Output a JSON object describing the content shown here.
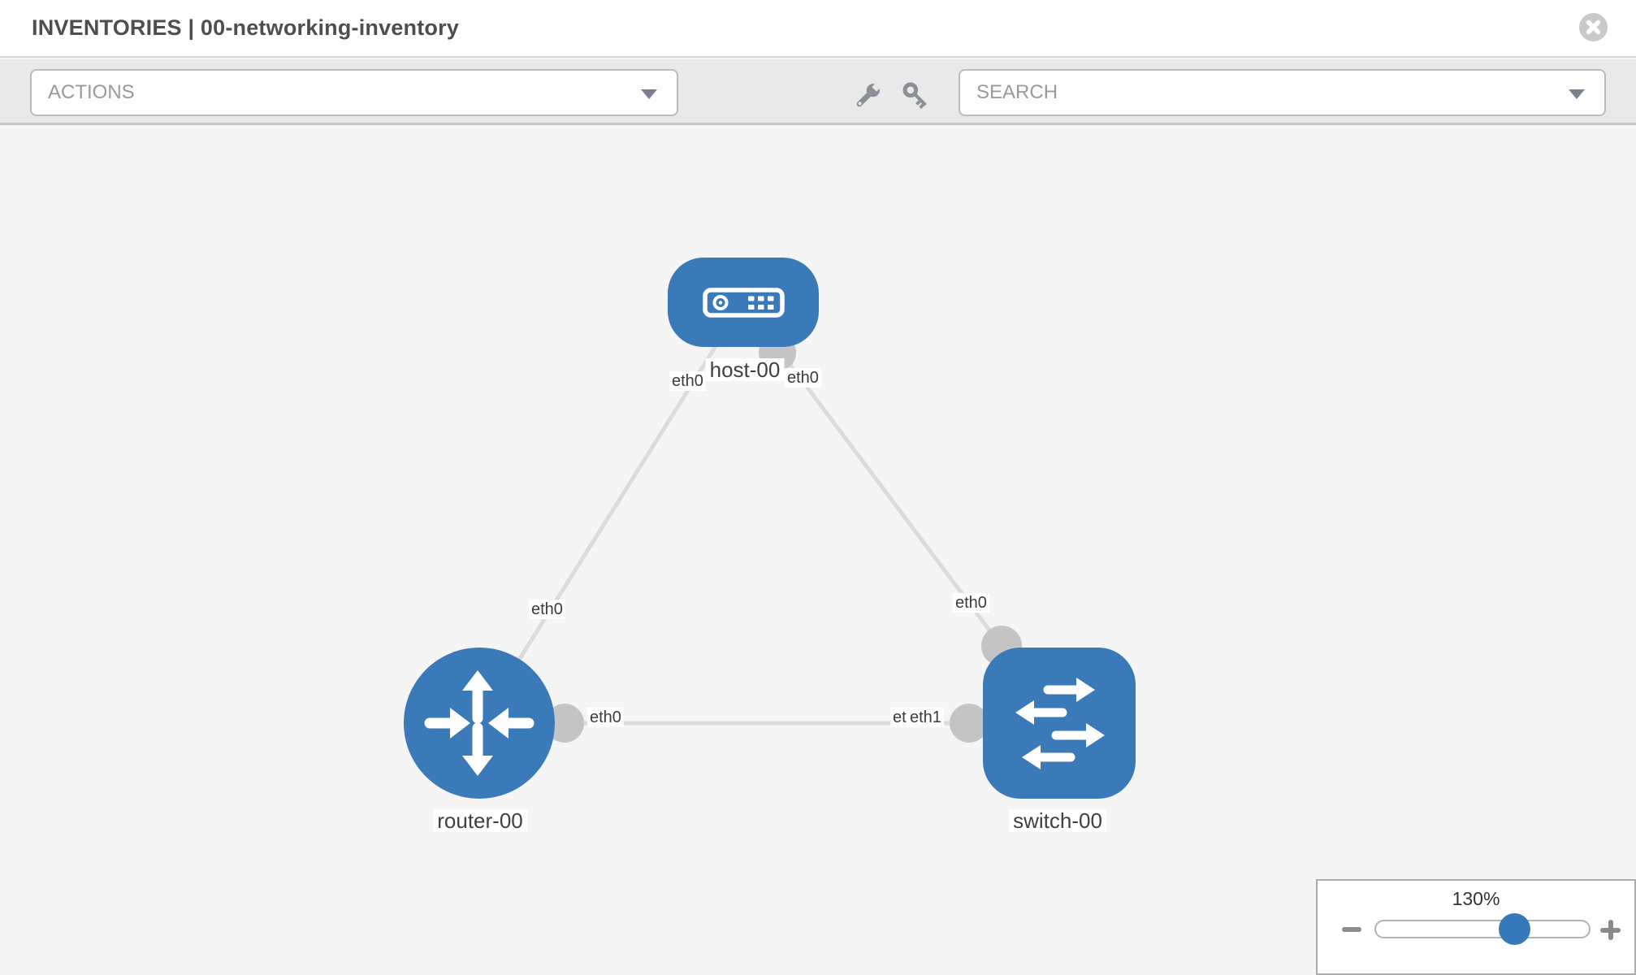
{
  "header": {
    "title": "INVENTORIES | 00-networking-inventory",
    "close_icon": "times-circle"
  },
  "toolbar": {
    "actions_dropdown": {
      "label": "ACTIONS"
    },
    "search_dropdown": {
      "label": "SEARCH"
    },
    "icons": [
      "wrench",
      "key"
    ]
  },
  "graph": {
    "nodes": [
      {
        "id": "host-00",
        "type": "host",
        "label": "host-00"
      },
      {
        "id": "router-00",
        "type": "router",
        "label": "router-00"
      },
      {
        "id": "switch-00",
        "type": "switch",
        "label": "switch-00"
      }
    ],
    "links": [
      {
        "from": "host-00",
        "to": "router-00",
        "from_interface": "eth0",
        "to_interface": "eth0"
      },
      {
        "from": "host-00",
        "to": "switch-00",
        "from_interface": "eth0",
        "to_interface": "eth0"
      },
      {
        "from": "router-00",
        "to": "switch-00",
        "from_interface": "eth0",
        "to_interface": "eth1"
      }
    ],
    "interface_labels": {
      "host_to_router_at_host": "eth0",
      "host_to_router_at_router": "eth0",
      "host_to_switch_at_host": "eth0",
      "host_to_switch_at_switch": "eth0",
      "router_to_switch_at_router": "eth0",
      "router_to_switch_at_switch": "eth1",
      "overlapped_hidden_label": "eth0"
    }
  },
  "zoom_control": {
    "level_label": "130%",
    "percent": 130
  },
  "colors": {
    "node_blue": "#3b7ab9",
    "link_gray": "#dcdcdc",
    "endpoint_gray": "#c4c4c4",
    "slider_blue": "#3579b8",
    "toolbar_gray": "#e9e9e9",
    "canvas_gray": "#f5f5f5"
  }
}
